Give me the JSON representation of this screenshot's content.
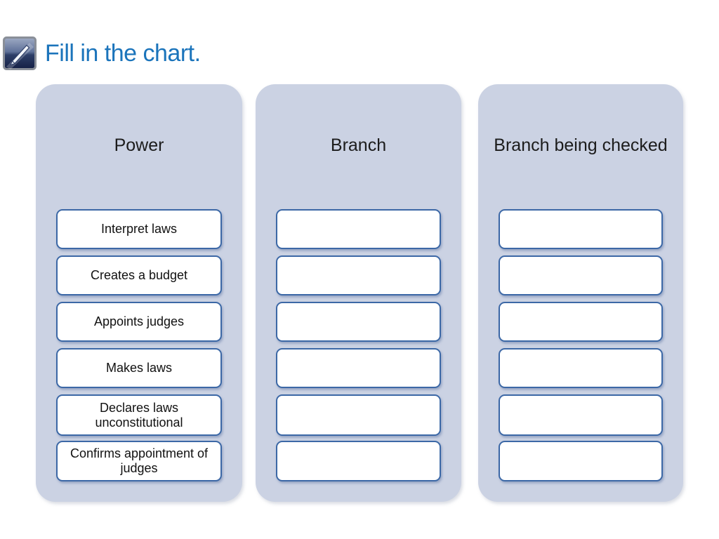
{
  "slide": {
    "title": "Fill in the chart."
  },
  "icons": {
    "pencil": "pencil-icon"
  },
  "columns": [
    {
      "header": "Power",
      "items": [
        "Interpret laws",
        "Creates a budget",
        "Appoints judges",
        "Makes laws",
        "Declares laws unconstitutional",
        "Confirms appointment of judges"
      ]
    },
    {
      "header": "Branch",
      "items": [
        "",
        "",
        "",
        "",
        "",
        ""
      ]
    },
    {
      "header": "Branch being checked",
      "items": [
        "",
        "",
        "",
        "",
        "",
        ""
      ]
    }
  ],
  "colors": {
    "title_accent": "#1B74BB",
    "panel_fill": "#CBD2E3",
    "box_border": "#3C68A6",
    "box_fill": "#FFFFFF",
    "text": "#111111"
  }
}
